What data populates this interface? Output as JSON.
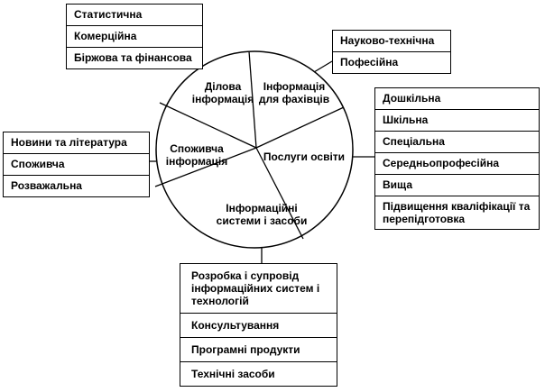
{
  "segments": [
    {
      "label": [
        "Ділова",
        "інформація"
      ]
    },
    {
      "label": [
        "Інформація",
        "для фахівців"
      ]
    },
    {
      "label": [
        "Послуги освіти"
      ]
    },
    {
      "label": [
        "Інформаційні",
        "системи і засоби"
      ]
    },
    {
      "label": [
        "Споживча",
        "інформація"
      ]
    }
  ],
  "boxes": {
    "business": [
      "Статистична",
      "Комерційна",
      "Біржова та фінансова"
    ],
    "specialists": [
      "Науково-технічна",
      "Пофесійна"
    ],
    "education": [
      "Дошкільна",
      "Шкільна",
      "Спеціальна",
      "Середньопрофесійна",
      "Вища",
      "Підвищення кваліфікації та перепідготовка"
    ],
    "consumer": [
      "Новини та література",
      "Споживча",
      "Розважальна"
    ],
    "systems": [
      "Розробка і супровід інформаційних систем і технологій",
      "Консультування",
      "Програмні продукти",
      "Технічні засоби"
    ]
  }
}
